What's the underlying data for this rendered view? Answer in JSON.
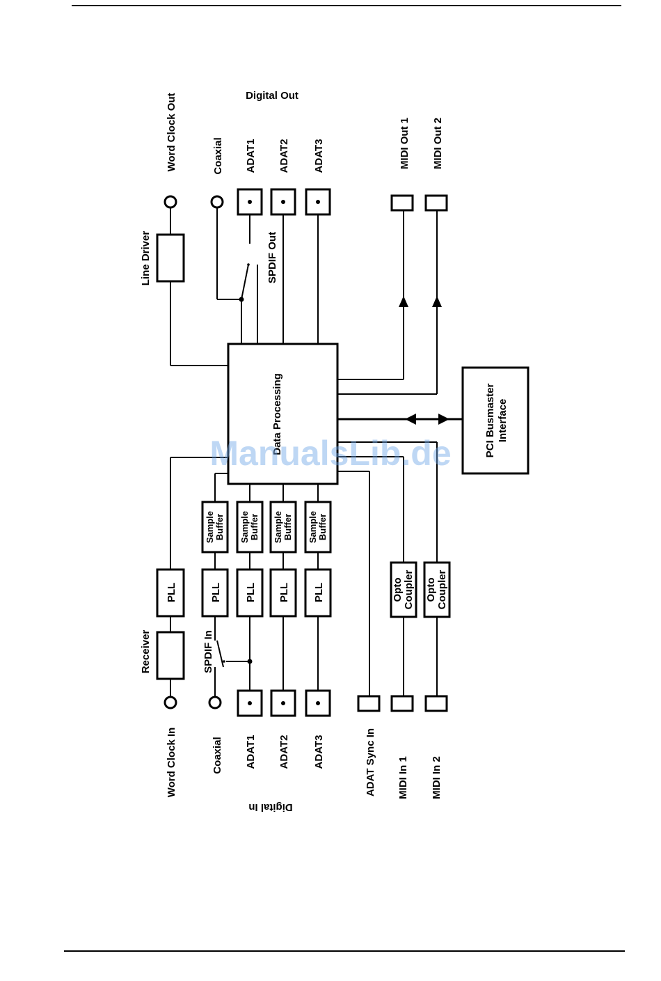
{
  "labels": {
    "digital_out": "Digital Out",
    "digital_in": "Digital In",
    "word_clock_out": "Word Clock Out",
    "word_clock_in": "Word Clock In",
    "coaxial_out": "Coaxial",
    "coaxial_in": "Coaxial",
    "adat1_out": "ADAT1",
    "adat2_out": "ADAT2",
    "adat3_out": "ADAT3",
    "adat1_in": "ADAT1",
    "adat2_in": "ADAT2",
    "adat3_in": "ADAT3",
    "midi_out_1": "MIDI Out 1",
    "midi_out_2": "MIDI Out 2",
    "midi_in_1": "MIDI In 1",
    "midi_in_2": "MIDI In 2",
    "adat_sync_in": "ADAT Sync In",
    "line_driver": "Line Driver",
    "receiver": "Receiver",
    "spdif_out": "SPDIF Out",
    "spdif_in": "SPDIF In",
    "data_processing": "Data Processing",
    "pci_line1": "PCI Busmaster",
    "pci_line2": "Interface",
    "pll": "PLL",
    "sample": "Sample",
    "buffer": "Buffer",
    "opto": "Opto",
    "coupler": "Coupler"
  },
  "watermark": "ManualsLib.de"
}
